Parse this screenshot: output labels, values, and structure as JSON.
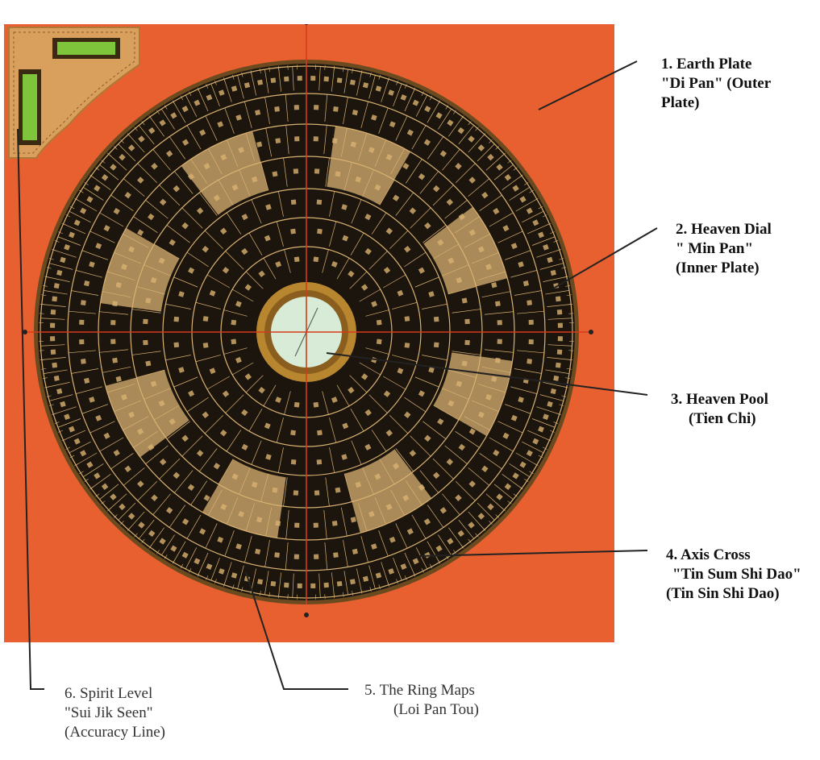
{
  "colors": {
    "board": "#e8602f",
    "plate_dark": "#1c150e",
    "gold": "#d9b271",
    "axis": "#d63a1c",
    "pool": "#d7ebd6",
    "level": "#7ec53c"
  },
  "labels": [
    {
      "id": "earth-plate",
      "lines": [
        "1. Earth Plate",
        "\"Di Pan\" (Outer",
        "Plate)"
      ]
    },
    {
      "id": "heaven-dial",
      "lines": [
        "2. Heaven Dial",
        "\" Min Pan\"",
        "(Inner Plate)"
      ]
    },
    {
      "id": "heaven-pool",
      "lines": [
        "3. Heaven Pool",
        "(Tien Chi)"
      ]
    },
    {
      "id": "axis-cross",
      "lines": [
        "4. Axis Cross",
        "\"Tin Sum Shi Dao\"",
        "(Tin Sin Shi Dao)"
      ]
    },
    {
      "id": "ring-maps",
      "lines": [
        "5.   The Ring Maps",
        "(Loi Pan Tou)"
      ]
    },
    {
      "id": "spirit-level",
      "lines": [
        "6. Spirit Level",
        "\"Sui Jik Seen\"",
        "(Accuracy Line)"
      ]
    }
  ]
}
